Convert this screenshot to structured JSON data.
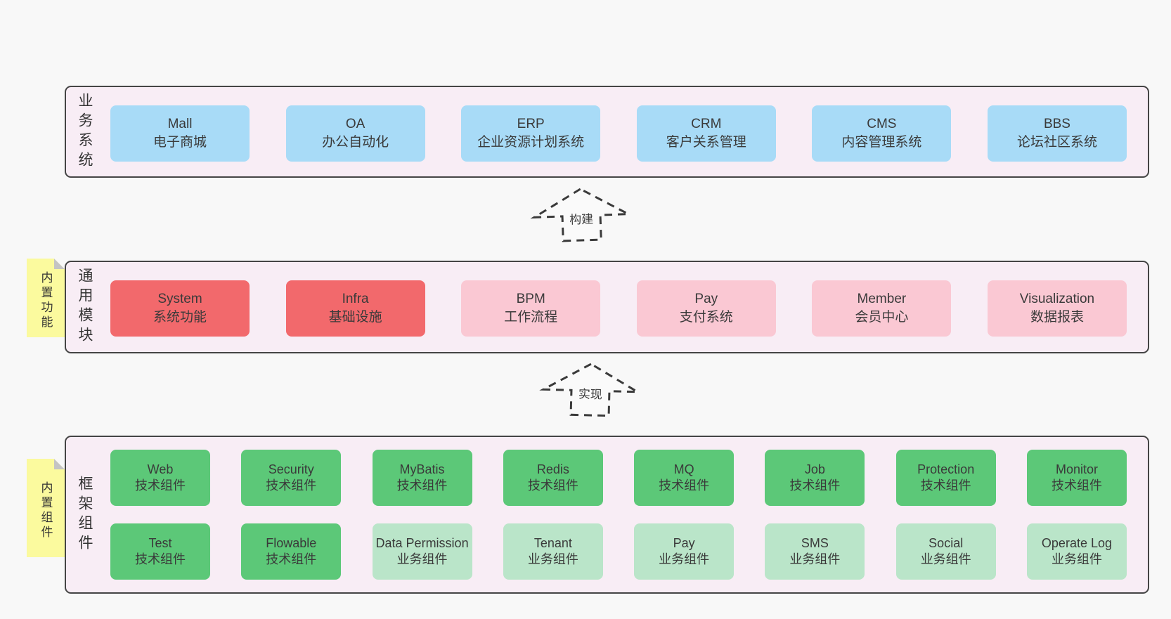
{
  "colors": {
    "page_bg": "#f8f8f8",
    "container_bg": "#f8edf5",
    "container_border": "#454545",
    "blue": "#a8dbf7",
    "red": "#f2696c",
    "pink": "#fac8d3",
    "green": "#5cc878",
    "light_green": "#bae5c9",
    "sticky_yellow": "#fbfa9e",
    "text": "#3c3c3c"
  },
  "arrows": [
    {
      "label": "构建"
    },
    {
      "label": "实现"
    }
  ],
  "layers": [
    {
      "id": "business-systems",
      "label_vertical": "业务系统",
      "boxes": [
        {
          "title": "Mall",
          "subtitle": "电子商城",
          "variant": "blue"
        },
        {
          "title": "OA",
          "subtitle": "办公自动化",
          "variant": "blue"
        },
        {
          "title": "ERP",
          "subtitle": "企业资源计划系统",
          "variant": "blue"
        },
        {
          "title": "CRM",
          "subtitle": "客户关系管理",
          "variant": "blue"
        },
        {
          "title": "CMS",
          "subtitle": "内容管理系统",
          "variant": "blue"
        },
        {
          "title": "BBS",
          "subtitle": "论坛社区系统",
          "variant": "blue"
        }
      ]
    },
    {
      "id": "common-modules",
      "label_vertical": "通用模块",
      "sticky_note": "内置功能",
      "boxes": [
        {
          "title": "System",
          "subtitle": "系统功能",
          "variant": "red"
        },
        {
          "title": "Infra",
          "subtitle": "基础设施",
          "variant": "red"
        },
        {
          "title": "BPM",
          "subtitle": "工作流程",
          "variant": "pink"
        },
        {
          "title": "Pay",
          "subtitle": "支付系统",
          "variant": "pink"
        },
        {
          "title": "Member",
          "subtitle": "会员中心",
          "variant": "pink"
        },
        {
          "title": "Visualization",
          "subtitle": "数据报表",
          "variant": "pink"
        }
      ]
    },
    {
      "id": "framework-components",
      "label_vertical": "框架组件",
      "sticky_note": "内置组件",
      "rows": [
        [
          {
            "title": "Web",
            "subtitle": "技术组件",
            "variant": "green"
          },
          {
            "title": "Security",
            "subtitle": "技术组件",
            "variant": "green"
          },
          {
            "title": "MyBatis",
            "subtitle": "技术组件",
            "variant": "green"
          },
          {
            "title": "Redis",
            "subtitle": "技术组件",
            "variant": "green"
          },
          {
            "title": "MQ",
            "subtitle": "技术组件",
            "variant": "green"
          },
          {
            "title": "Job",
            "subtitle": "技术组件",
            "variant": "green"
          },
          {
            "title": "Protection",
            "subtitle": "技术组件",
            "variant": "green"
          },
          {
            "title": "Monitor",
            "subtitle": "技术组件",
            "variant": "green"
          }
        ],
        [
          {
            "title": "Test",
            "subtitle": "技术组件",
            "variant": "green"
          },
          {
            "title": "Flowable",
            "subtitle": "技术组件",
            "variant": "green"
          },
          {
            "title": "Data Permission",
            "subtitle": "业务组件",
            "variant": "light-green"
          },
          {
            "title": "Tenant",
            "subtitle": "业务组件",
            "variant": "light-green"
          },
          {
            "title": "Pay",
            "subtitle": "业务组件",
            "variant": "light-green"
          },
          {
            "title": "SMS",
            "subtitle": "业务组件",
            "variant": "light-green"
          },
          {
            "title": "Social",
            "subtitle": "业务组件",
            "variant": "light-green"
          },
          {
            "title": "Operate Log",
            "subtitle": "业务组件",
            "variant": "light-green"
          }
        ]
      ]
    }
  ]
}
